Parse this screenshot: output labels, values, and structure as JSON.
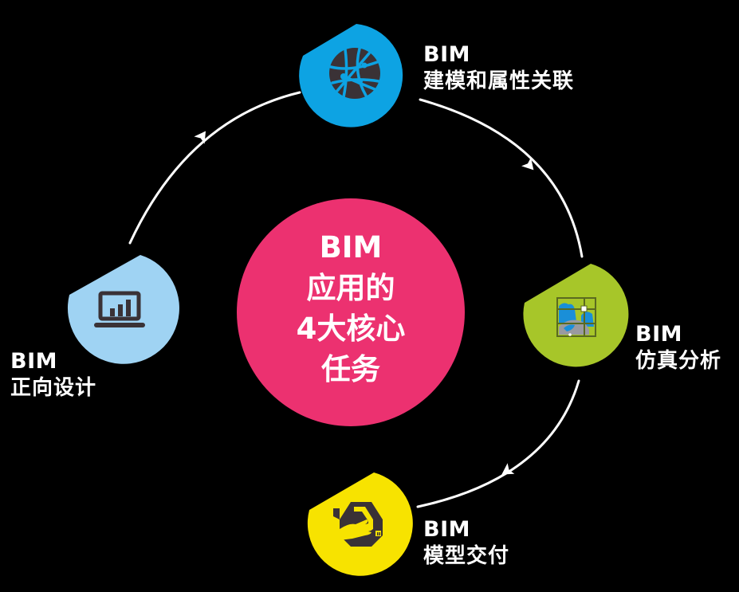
{
  "diagram": {
    "center": {
      "lines": [
        "BIM",
        "应用的",
        "4大核心",
        "任务"
      ],
      "color": "#ec3170"
    },
    "nodes": [
      {
        "id": "modeling",
        "title": "BIM",
        "subtitle": "建模和属性关联",
        "color": "#0da3e3",
        "icon": "globe-network-icon"
      },
      {
        "id": "simulation",
        "title": "BIM",
        "subtitle": "仿真分析",
        "color": "#a7c629",
        "icon": "simulation-image-icon"
      },
      {
        "id": "delivery",
        "title": "BIM",
        "subtitle": "模型交付",
        "color": "#f7e300",
        "icon": "package-hand-icon"
      },
      {
        "id": "forward-design",
        "title": "BIM",
        "subtitle": "正向设计",
        "color": "#9fd3f3",
        "icon": "laptop-chart-icon"
      }
    ],
    "flow": "clockwise",
    "arrow_color": "#ffffff",
    "icon_color": "#3a3236"
  }
}
